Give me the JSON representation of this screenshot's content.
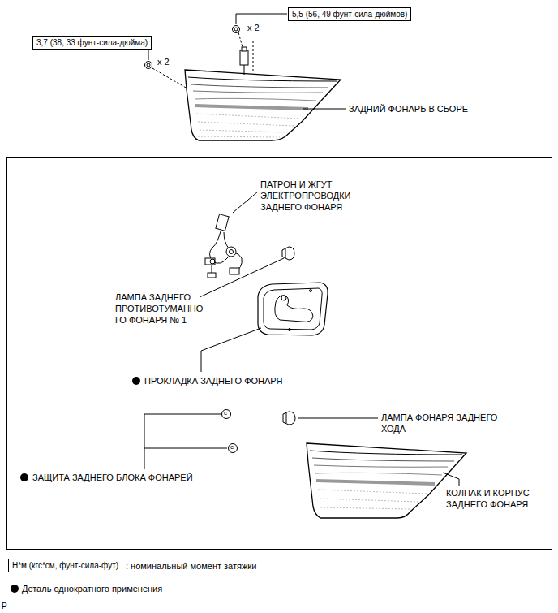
{
  "diagram": {
    "nodes": [
      {
        "text": [
          "5,5 (56, 49 фунт-сила-дюймов)"
        ]
      },
      {
        "text": [
          "3,7 (38, 33 фунт-сила-дюйма)"
        ]
      },
      {
        "text": [
          "Н*м (кгс*см, фунт-сила-фут)"
        ]
      }
    ],
    "labels": [
      "x 2",
      "x 2",
      "ЗАДНИЙ ФОНАРЬ В СБОРЕ",
      "ПАТРОН И ЖГУТ ЭЛЕКТРОПРОВОДКИ ЗАДНЕГО ФОНАРЯ",
      "ЛАМПА ЗАДНЕГО ПРОТИВОТУМАННО ГО ФОНАРЯ № 1",
      "ПРОКЛАДКА ЗАДНЕГО ФОНАРЯ",
      "c",
      "ЛАМПА ФОНАРЯ ЗАДНЕГО ХОДА",
      "c",
      "ЗАЩИТА ЗАДНЕГО БЛОКА ФОНАРЕЙ",
      "КОЛПАК И КОРПУС ЗАДНЕГО ФОНАРЯ",
      ": номинальный момент затяжки",
      "P"
    ],
    "legend": [
      {
        "text": "Деталь однократного применения"
      }
    ]
  }
}
